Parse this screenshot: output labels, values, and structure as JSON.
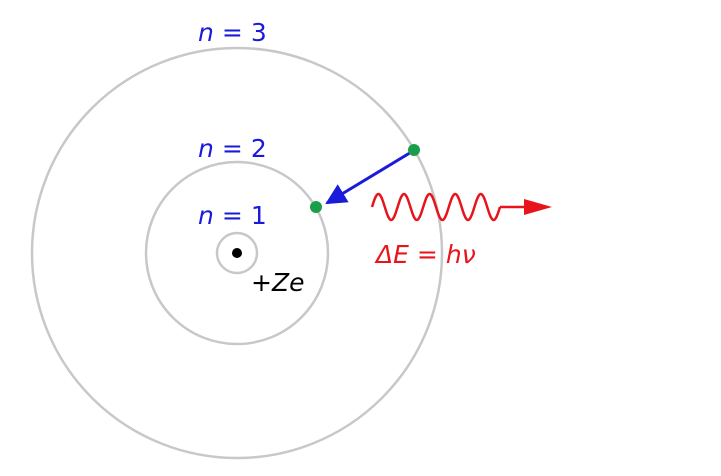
{
  "diagram": {
    "orbit_labels": [
      {
        "variable": "n",
        "operator": "=",
        "value": "3"
      },
      {
        "variable": "n",
        "operator": "=",
        "value": "2"
      },
      {
        "variable": "n",
        "operator": "=",
        "value": "1"
      }
    ],
    "nucleus_label": "+Ze",
    "energy_label": {
      "lhs": "ΔE",
      "operator": "=",
      "rhs": "hν"
    },
    "colors": {
      "orbit": "#c8c8c8",
      "orbit_label": "#1a1adb",
      "electron": "#1a9e4a",
      "transition_arrow": "#1a1adb",
      "photon": "#e8141c",
      "nucleus": "#000000",
      "nucleus_label": "#000000",
      "background": "#ffffff"
    }
  }
}
